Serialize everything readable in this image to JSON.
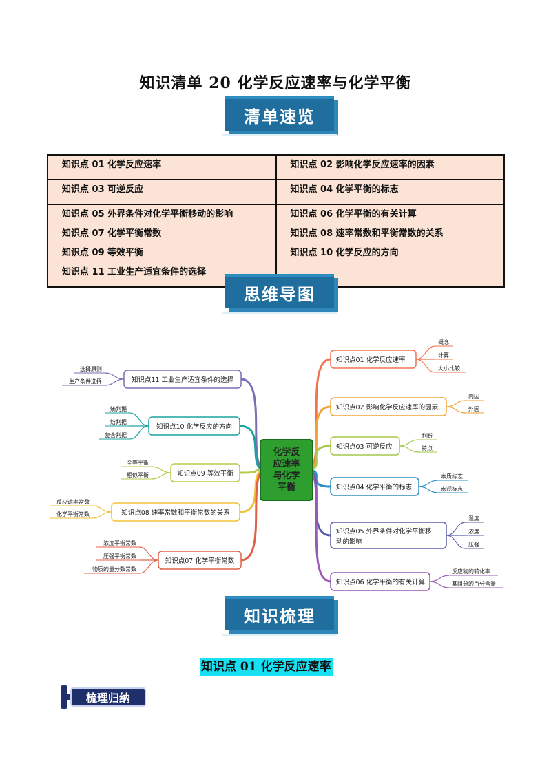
{
  "title": "知识清单 20    化学反应速率与化学平衡",
  "banners": {
    "overview": "清单速览",
    "mindmap": "思维导图",
    "review": "知识梳理"
  },
  "toc": {
    "row1": [
      "知识点 01  化学反应速率",
      "知识点 02  影响化学反应速率的因素"
    ],
    "row2": [
      "知识点 03  可逆反应",
      "知识点 04  化学平衡的标志"
    ],
    "row3_left": [
      "知识点 05  外界条件对化学平衡移动的影响",
      "知识点 07  化学平衡常数",
      "知识点 09  等效平衡",
      "知识点 11  工业生产适宜条件的选择"
    ],
    "row3_right": [
      "知识点 06  化学平衡的有关计算",
      "知识点 08  速率常数和平衡常数的关系",
      "知识点 10  化学反应的方向"
    ]
  },
  "mindmap": {
    "center": [
      "化学反",
      "应速率",
      "与化学",
      "平衡"
    ],
    "right": [
      {
        "label": "知识点01 化学反应速率",
        "leaves": [
          "概念",
          "计算",
          "大小比较"
        ]
      },
      {
        "label": "知识点02 影响化学反应速率的因素",
        "leaves": [
          "内因",
          "外因"
        ]
      },
      {
        "label": "知识点03 可逆反应",
        "leaves": [
          "判断",
          "特点"
        ]
      },
      {
        "label": "知识点04 化学平衡的标志",
        "leaves": [
          "本质标志",
          "宏观标志"
        ]
      },
      {
        "label": [
          "知识点05 外界条件对化学平衡移",
          "动的影响"
        ],
        "leaves": [
          "温度",
          "浓度",
          "压强"
        ]
      },
      {
        "label": "知识点06 化学平衡的有关计算",
        "leaves": [
          "反应物的转化率",
          "某组分的百分含量"
        ]
      }
    ],
    "left": [
      {
        "label": "知识点11 工业生产适宜条件的选择",
        "leaves": [
          "选择原则",
          "生产条件选择"
        ]
      },
      {
        "label": "知识点10 化学反应的方向",
        "leaves": [
          "熵判据",
          "焓判据",
          "复合判据"
        ]
      },
      {
        "label": "知识点09 等效平衡",
        "leaves": [
          "全等平衡",
          "相似平衡"
        ]
      },
      {
        "label": "知识点08 速率常数和平衡常数的关系",
        "leaves": [
          "反应速率常数",
          "化学平衡常数"
        ]
      },
      {
        "label": "知识点07 化学平衡常数",
        "leaves": [
          "浓度平衡常数",
          "压强平衡常数",
          "物质的量分数常数"
        ]
      }
    ],
    "colors": {
      "center_fill": "#2e9e2e",
      "right": [
        "#f0744f",
        "#f2a33a",
        "#a6c94a",
        "#2a8fc4",
        "#5a5fa8",
        "#9b59b6"
      ],
      "left": [
        "#7a6fb5",
        "#1aa3a0",
        "#b8c94a",
        "#f2c13a",
        "#e0604a"
      ]
    }
  },
  "knowledge_point_title": "知识点 01    化学反应速率",
  "section_badge": "梳理归纳"
}
